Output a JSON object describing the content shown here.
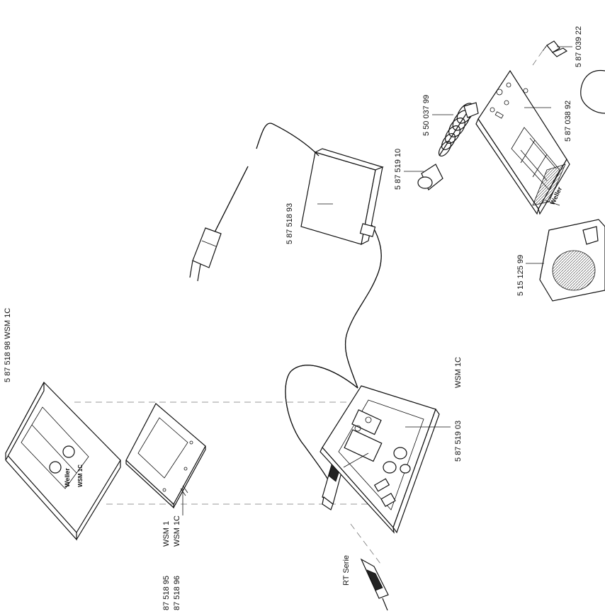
{
  "labels": {
    "wsm1c_label": "WSM 1C",
    "station_part": "5 87 519 03",
    "cover_part": "5 87 518 98 WSM 1C",
    "pcb_part_1": "87 518 95",
    "pcb_model_1": "WSM 1",
    "pcb_part_2": "87 518 96",
    "pcb_model_2": "WSM 1C",
    "tip_series": "RT Serie",
    "psu_part": "5 87 518 93",
    "sleeve_part": "5 87 519 10",
    "spring_holder_part": "5 50 037 99",
    "stand_base_part": "5 87 038 92",
    "clip_part": "5 87 039 22",
    "sponge_tray_part": "5 15 125 99"
  },
  "branding": {
    "logo_text": "Weller",
    "cover_model": "WSM 1C"
  }
}
